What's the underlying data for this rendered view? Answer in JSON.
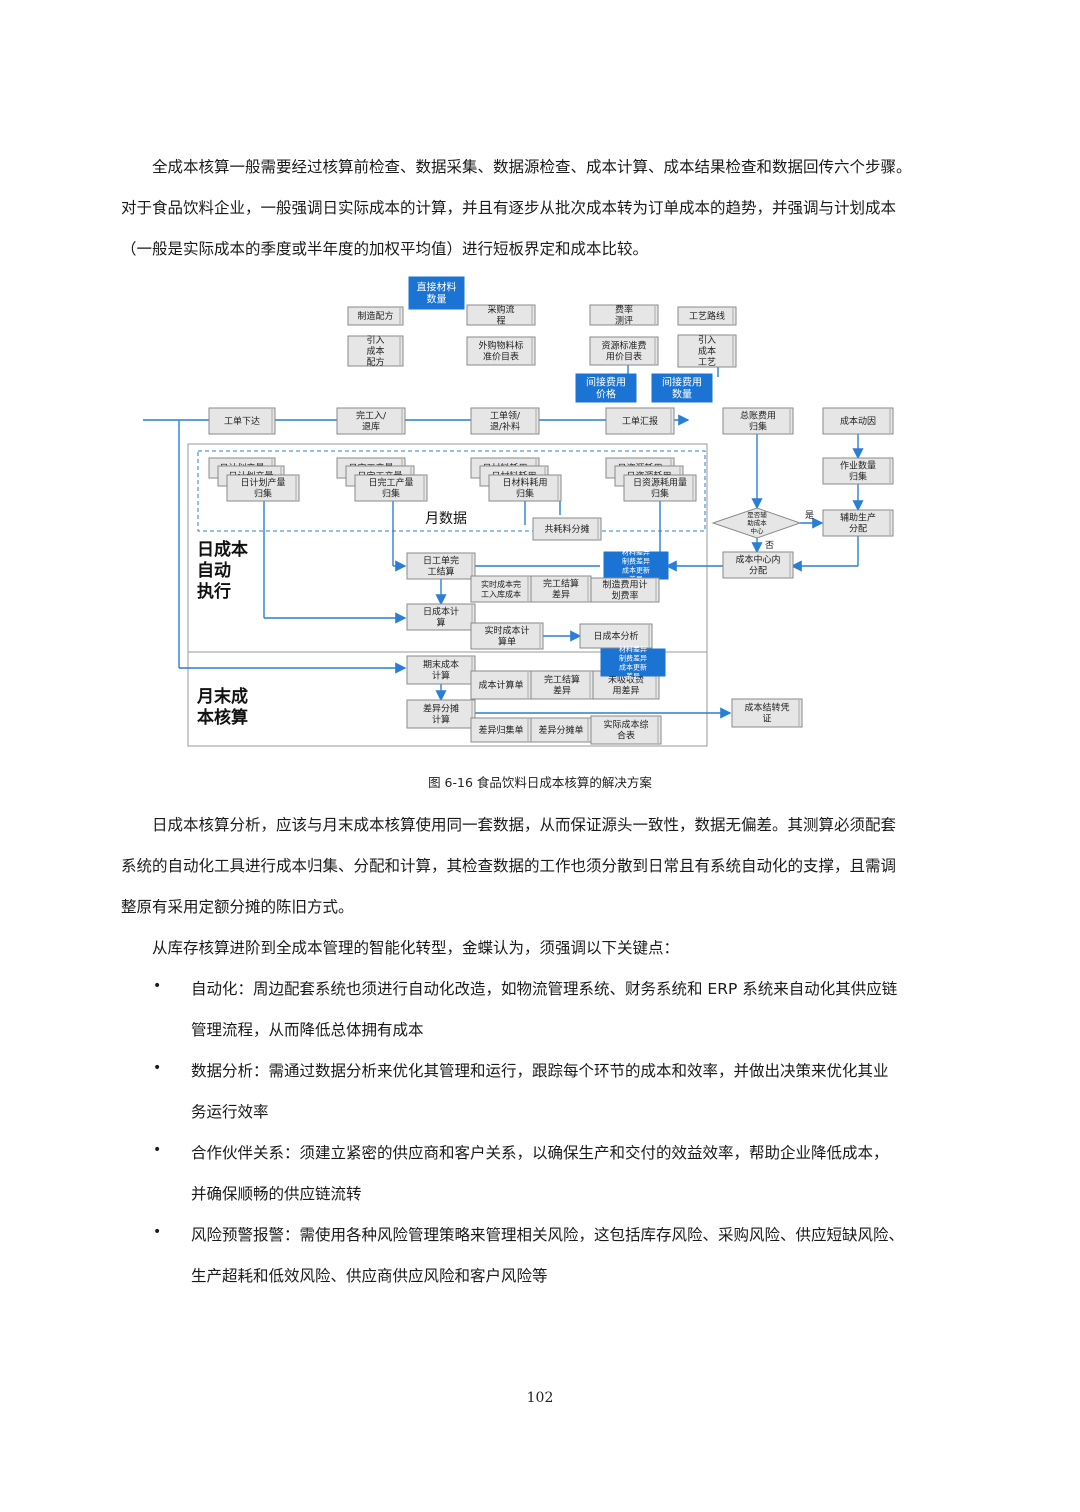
{
  "intro": {
    "line1": "全成本核算一般需要经过核算前检查、数据采集、数据源检查、成本计算、成本结果检查和数据回传六个步骤。",
    "line2": "对于食品饮料企业，一般强调日实际成本的计算，并且有逐步从批次成本转为订单成本的趋势，并强调与计划成本",
    "line3": "（一般是实际成本的季度或半年度的加权平均值）进行短板界定和成本比较。"
  },
  "diagram": {
    "top": {
      "direct_material": "直接材料数量",
      "manufacture_recipe": "制造配方",
      "introduce_cost_recipe": "引入成本配方",
      "purchase_flow": "采购流程",
      "external_material_price": "外购物料标准价目表",
      "rate_evaluation": "费率测评",
      "resource_standard_fee": "资源标准费用价目表",
      "process_route": "工艺路线",
      "introduce_cost_process": "引入成本工艺",
      "indirect_fee_price": "间接费用价格",
      "indirect_fee_quantity": "间接费用数量"
    },
    "flow": {
      "work_order_issue": "工单下达",
      "complete_in_return": "完工入/退库",
      "work_order_pick": "工单领/退/补料",
      "work_order_report": "工单汇报",
      "ledger_fee_collect": "总账费用归集",
      "cost_driver": "成本动因"
    },
    "stack": {
      "daily_plan_output": "日计划产量",
      "daily_plan_output_collect": "日计划产量归集",
      "daily_complete_output": "日完工产量",
      "daily_complete_output_collect": "日完工产量归集",
      "daily_material_consume": "日材料耗用",
      "daily_material_consume_collect": "日材料耗用归集",
      "daily_resource_consume": "日资源耗用",
      "daily_resource_consume_collect": "日资源耗用量归集"
    },
    "right": {
      "activity_quantity_collect": "作业数量归集",
      "is_aux_cost_center": "是否辅助成本中心",
      "yes": "是",
      "no": "否",
      "aux_production_allocation": "辅助生产分配",
      "cost_center_allocation": "成本中心内分配"
    },
    "region": {
      "monthly_data": "月数据",
      "daily_auto": "日成本自动执行",
      "month_end": "月末成本核算"
    },
    "daily": {
      "common_material_allocation": "共耗料分摊",
      "daily_work_order_complete": "日工单完工结算",
      "variances_blue": "材料差异制费差异成本更新差异",
      "actual_cost_complete_stock": "实时成本完工入库成本",
      "complete_settle_variance": "完工结算差异",
      "manufacture_fee_plan_rate": "制造费用计划费率",
      "daily_cost_calc": "日成本计算",
      "actual_cost_calc_sheet": "实时成本计算单",
      "daily_cost_analysis": "日成本分析"
    },
    "monthly": {
      "period_end_cost_calc": "期末成本计算",
      "cost_calc_sheet": "成本计算单",
      "complete_settle_variance": "完工结算差异",
      "variances_blue": "材料差异制费差异成本更新差异",
      "unabsorbed_fee_variance": "未吸收费用差异",
      "variance_allocation_calc": "差异分摊计算",
      "variance_collect_sheet": "差异归集单",
      "variance_allocation_sheet": "差异分摊单",
      "actual_cost_summary": "实际成本综合表",
      "cost_carryover_voucher": "成本结转凭证"
    },
    "colors": {
      "blue": "#1b74d3",
      "gray_box": "#e4e4e4",
      "line_blue": "#2a7fd4"
    }
  },
  "caption": "图 6-16 食品饮料日成本核算的解决方案",
  "body": {
    "p1_line1": "日成本核算分析，应该与月末成本核算使用同一套数据，从而保证源头一致性，数据无偏差。其测算必须配套",
    "p1_line2": "系统的自动化工具进行成本归集、分配和计算，其检查数据的工作也须分散到日常且有系统自动化的支撑，且需调",
    "p1_line3": "整原有采用定额分摊的陈旧方式。",
    "p2_line1": "从库存核算进阶到全成本管理的智能化转型，金蝶认为，须强调以下关键点："
  },
  "bullets": [
    {
      "line1": "自动化：周边配套系统也须进行自动化改造，如物流管理系统、财务系统和 ERP 系统来自动化其供应链",
      "line2": "管理流程，从而降低总体拥有成本"
    },
    {
      "line1": "数据分析：需通过数据分析来优化其管理和运行，跟踪每个环节的成本和效率，并做出决策来优化其业",
      "line2": "务运行效率"
    },
    {
      "line1": "合作伙伴关系：须建立紧密的供应商和客户关系，以确保生产和交付的效益效率，帮助企业降低成本，",
      "line2": "并确保顺畅的供应链流转"
    },
    {
      "line1": "风险预警报警：需使用各种风险管理策略来管理相关风险，这包括库存风险、采购风险、供应短缺风险、",
      "line2": "生产超耗和低效风险、供应商供应风险和客户风险等"
    }
  ],
  "page_number": "102"
}
